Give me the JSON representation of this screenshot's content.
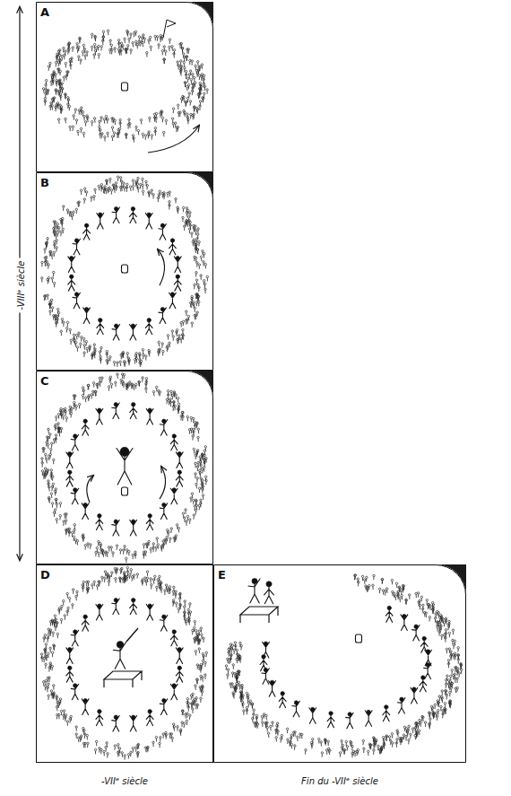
{
  "diagram": {
    "nodes": [
      {
        "text": [
          "A"
        ]
      },
      {
        "text": [
          "B"
        ]
      },
      {
        "text": [
          "C"
        ]
      },
      {
        "text": [
          "D"
        ]
      },
      {
        "text": [
          "E"
        ]
      }
    ],
    "labels": [
      "-VIIIᵉ siècle",
      "-VIIᵉ siècle",
      "Fin du -VIIᵉ siècle"
    ]
  }
}
